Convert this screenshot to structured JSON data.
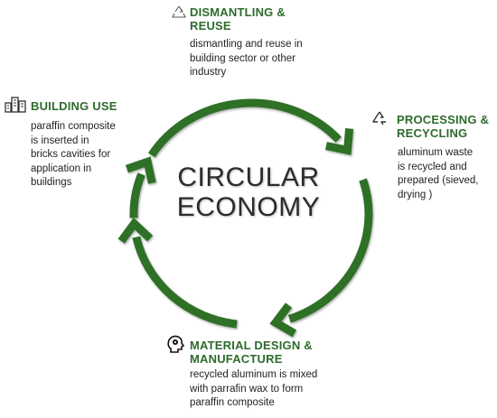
{
  "center_title": "CIRCULAR\nECONOMY",
  "colors": {
    "arrow": "#2f6f26",
    "title": "#2e6b2c"
  },
  "stages": {
    "dismantling": {
      "icon": "recycle-outline-icon",
      "title": "DISMANTLING &\nREUSE",
      "description": "dismantling and reuse in\nbuilding sector or other\nindustry"
    },
    "processing": {
      "icon": "recycle-icon",
      "title": "PROCESSING &\nRECYCLING",
      "description": "aluminum waste\nis recycled and\nprepared (sieved,\ndrying )"
    },
    "material_design": {
      "icon": "head-gears-icon",
      "title": "MATERIAL DESIGN &\nMANUFACTURE",
      "description": "recycled aluminum is mixed\nwith parrafin wax to form\nparaffin composite"
    },
    "building_use": {
      "icon": "buildings-icon",
      "title": "BUILDING USE",
      "description": "paraffin composite\nis inserted in\nbricks cavities for\napplication in\nbuildings"
    }
  }
}
